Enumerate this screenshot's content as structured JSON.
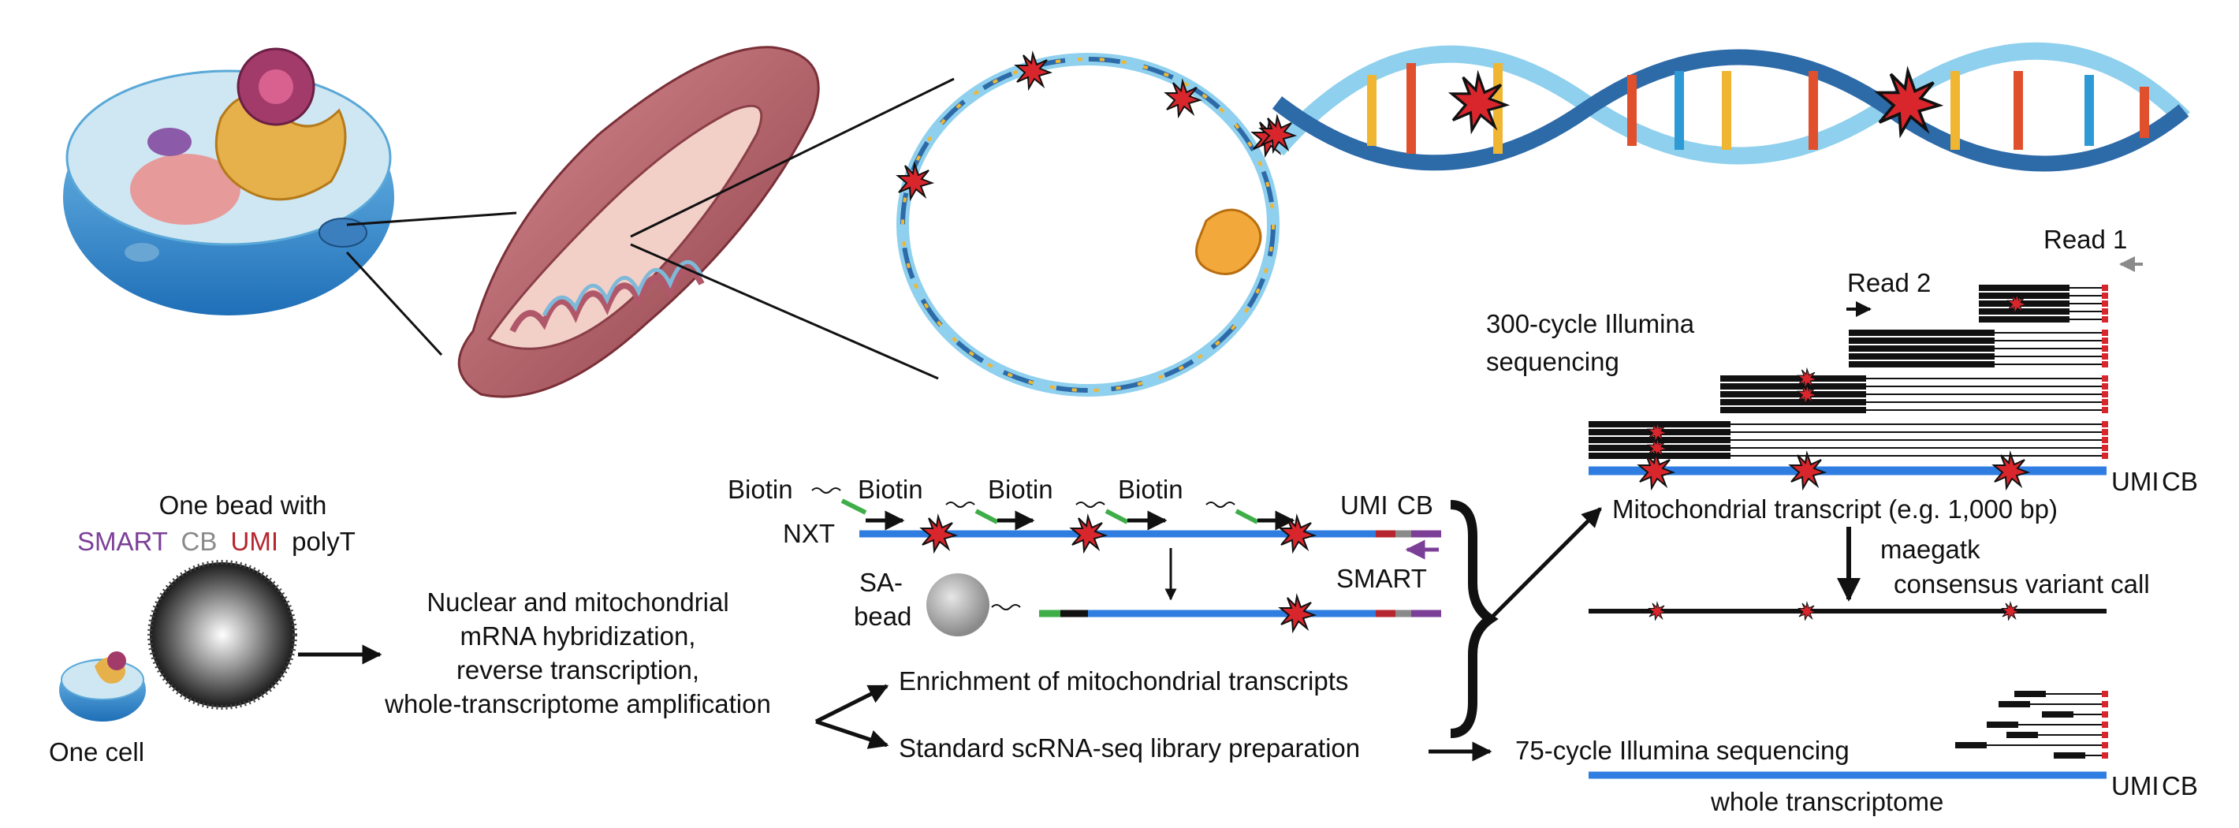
{
  "colors": {
    "smart": "#7b3f98",
    "cb": "#8a8a8a",
    "umi": "#b5262e",
    "nxt": "#3fae49",
    "transcript": "#2f7de1",
    "read": "#111111",
    "variant": "#d8262c",
    "dna_light": "#8fd0ee",
    "dna_dark": "#2d6aa8",
    "mito": "#b85a62"
  },
  "icons": {
    "cell": "cell-cutaway-icon",
    "mitochondrion": "mitochondrion-cutaway-icon",
    "mtdna": "circular-mtdna-icon",
    "helix": "double-helix-icon",
    "polymerase": "polymerase-icon",
    "bead": "bead-icon",
    "variant": "variant-starburst-icon"
  },
  "labels": {
    "read1": "Read 1",
    "read2": "Read 2",
    "seq300": "300-cycle Illumina",
    "seq300_line2": "sequencing",
    "biotin": "Biotin",
    "nxt": "NXT",
    "umi": "UMI",
    "cb": "CB",
    "smart": "SMART",
    "sa_bead_1": "SA-",
    "sa_bead_2": "bead",
    "bead_line1": "One bead with",
    "bead_smart": "SMART",
    "bead_cb": "CB",
    "bead_umi": "UMI",
    "bead_polyt": "polyT",
    "one_cell": "One cell",
    "hyb_1": "Nuclear and mitochondrial",
    "hyb_2": "mRNA hybridization,",
    "hyb_3": "reverse transcription,",
    "hyb_4": "whole-transcriptome amplification",
    "enrichment": "Enrichment of mitochondrial transcripts",
    "standard": "Standard scRNA-seq library preparation",
    "mito_transcript": "Mitochondrial transcript (e.g. 1,000 bp)",
    "maegatk": "maegatk",
    "consensus": "consensus variant call",
    "seq75": "75-cycle Illumina sequencing",
    "whole": "whole transcriptome"
  }
}
